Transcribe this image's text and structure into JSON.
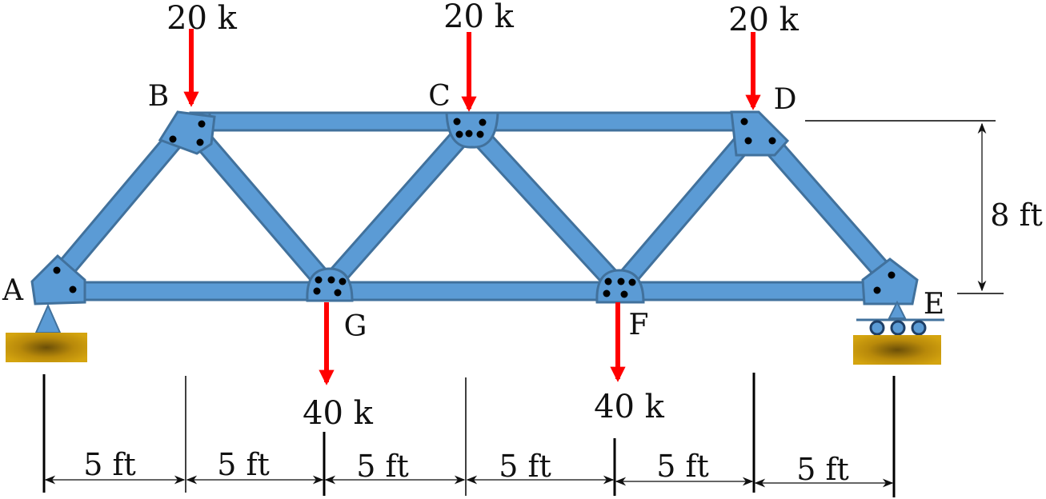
{
  "colors": {
    "member_fill": "#5b9bd5",
    "member_stroke": "#41719c",
    "load_arrow": "#ff0000",
    "ground": "#c9980a",
    "support": "#5b9bd5"
  },
  "nodes": {
    "A": "A",
    "B": "B",
    "C": "C",
    "D": "D",
    "E": "E",
    "F": "F",
    "G": "G"
  },
  "loads": {
    "B": "20 k",
    "C": "20 k",
    "D": "20 k",
    "G": "40 k",
    "F": "40 k"
  },
  "dimensions": {
    "spans": [
      "5 ft",
      "5 ft",
      "5 ft",
      "5 ft",
      "5 ft",
      "5 ft"
    ],
    "height": "8 ft"
  },
  "supports": {
    "left": "pin",
    "right": "roller"
  }
}
